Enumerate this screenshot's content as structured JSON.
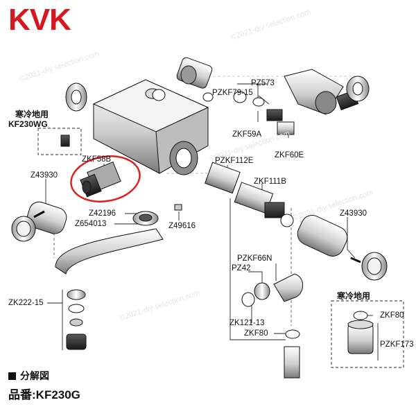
{
  "brand": {
    "logo_text": "KVK",
    "color": "#d7171f"
  },
  "watermark": "©2021-diy selection.com",
  "sections": {
    "cold_area_left": {
      "line1": "寒冷地用",
      "line2": "KF230WG"
    },
    "cold_area_right": {
      "line1": "寒冷地用"
    }
  },
  "labels": {
    "pzkf79_15": "PZKF79-15",
    "pz573": "PZ573",
    "zkf59a": "ZKF59A",
    "zkf60e": "ZKF60E",
    "zkf58b": "ZKF58B",
    "z43930_left": "Z43930",
    "pzkf112e": "PZKF112E",
    "zkf111b": "ZKF111B",
    "z42196": "Z42196",
    "z654013": "Z654013",
    "z49616": "Z49616",
    "z43930_right": "Z43930",
    "pzkf66n": "PZKF66N",
    "pz42": "PZ42",
    "zk222_15": "ZK222-15",
    "zk121_13": "ZK121-13",
    "zkf80_middle": "ZKF80",
    "zkf80_right": "ZKF80",
    "pzkf173": "PZKF173"
  },
  "footer": {
    "heading": "分解図",
    "model": "品番:KF230G"
  },
  "colors": {
    "highlight": "#e0201e",
    "line": "#222222"
  }
}
